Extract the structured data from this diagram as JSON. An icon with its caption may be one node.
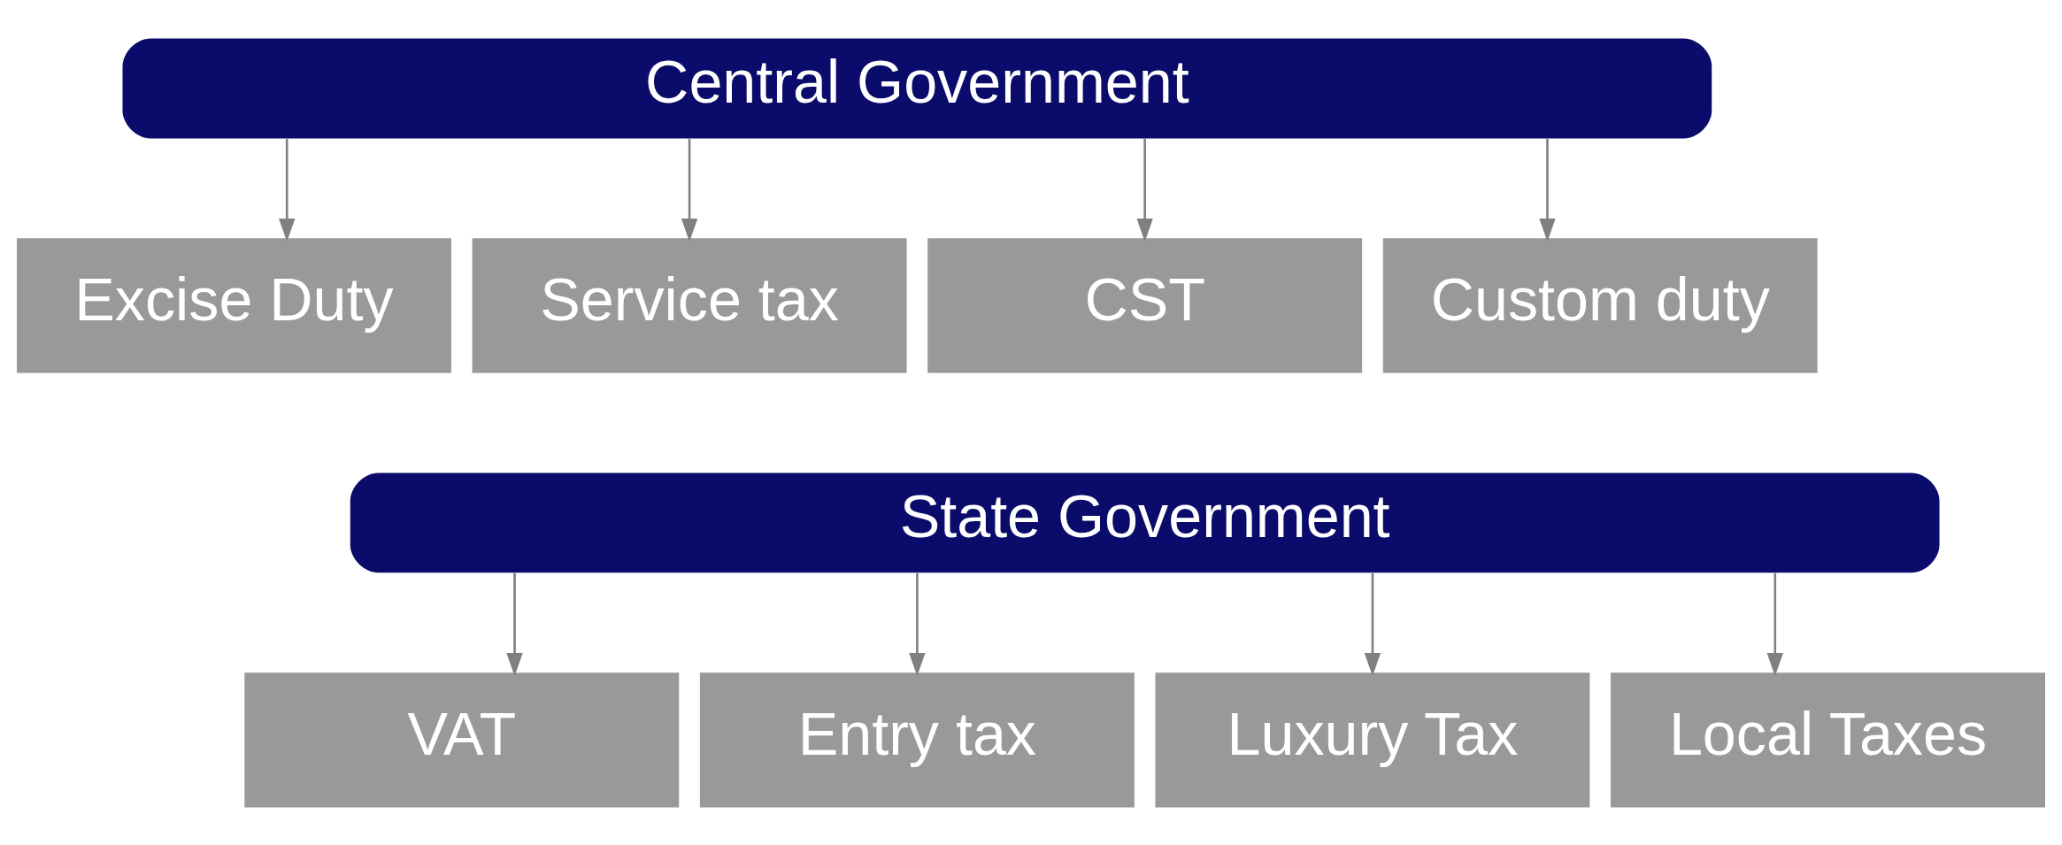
{
  "diagram": {
    "nodes": [
      {
        "text": [
          "Central Government"
        ]
      },
      {
        "text": [
          "Excise Duty"
        ]
      },
      {
        "text": [
          "Service tax"
        ]
      },
      {
        "text": [
          "CST"
        ]
      },
      {
        "text": [
          "Custom duty"
        ]
      },
      {
        "text": [
          "State Government"
        ]
      },
      {
        "text": [
          "VAT"
        ]
      },
      {
        "text": [
          "Entry tax"
        ]
      },
      {
        "text": [
          "Luxury Tax"
        ]
      },
      {
        "text": [
          "Local Taxes"
        ]
      }
    ],
    "edges": [
      {
        "from": 0,
        "to": 1,
        "arrow": "to"
      },
      {
        "from": 0,
        "to": 2,
        "arrow": "to"
      },
      {
        "from": 0,
        "to": 3,
        "arrow": "to"
      },
      {
        "from": 0,
        "to": 4,
        "arrow": "to"
      },
      {
        "from": 5,
        "to": 6,
        "arrow": "to"
      },
      {
        "from": 5,
        "to": 7,
        "arrow": "to"
      },
      {
        "from": 5,
        "to": 8,
        "arrow": "to"
      },
      {
        "from": 5,
        "to": 9,
        "arrow": "to"
      }
    ]
  }
}
